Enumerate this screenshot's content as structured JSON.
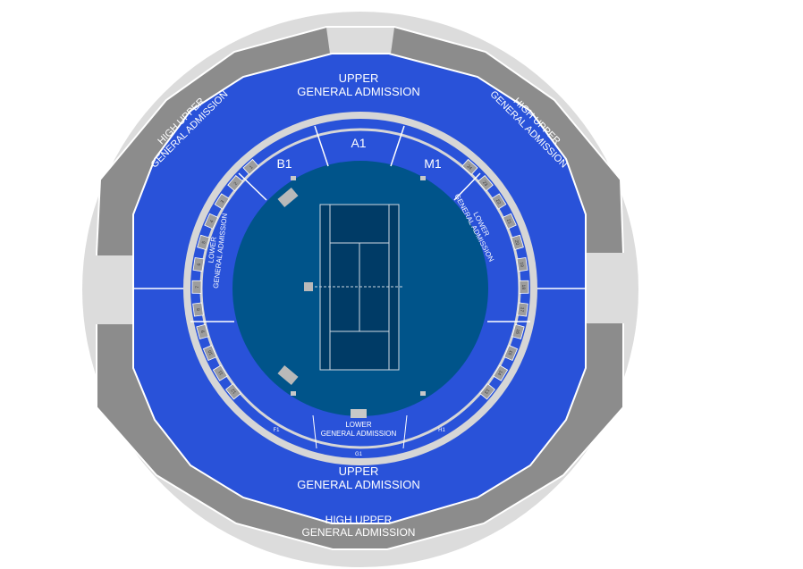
{
  "map": {
    "sections": {
      "upper_top": [
        "UPPER",
        "GENERAL ADMISSION"
      ],
      "upper_bottom": [
        "UPPER",
        "GENERAL ADMISSION"
      ],
      "high_upper_left": [
        "HIGH UPPER",
        "GENERAL ADMISSION"
      ],
      "high_upper_right": [
        "HIGH UPPER",
        "GENERAL ADMISSION"
      ],
      "high_upper_bottom": [
        "HIGH UPPER",
        "GENERAL ADMISSION"
      ],
      "lower_left": [
        "LOWER",
        "GENERAL ADMISSION"
      ],
      "lower_right": [
        "LOWER",
        "GENERAL ADMISSION"
      ],
      "lower_bottom": [
        "LOWER",
        "GENERAL ADMISSION"
      ],
      "a1": "A1",
      "b1": "B1",
      "m1": "M1",
      "f1": "F1",
      "g1": "G1",
      "h1": "H1"
    },
    "left_boxes": [
      "1",
      "2",
      "3",
      "4",
      "5",
      "6",
      "7",
      "8",
      "9",
      "10",
      "11",
      "12"
    ],
    "right_boxes": [
      "24",
      "23",
      "22",
      "21",
      "20",
      "19",
      "18",
      "17",
      "16",
      "15",
      "14",
      "13"
    ],
    "colors": {
      "outer_ring": "#dcdcdc",
      "high_upper": "#8c8c8c",
      "upper": "#2952d9",
      "lower": "#2952d9",
      "walkway": "#d6d6d6",
      "floor": "#00548a",
      "court": "#003b66",
      "box": "#9d9d9d"
    }
  }
}
